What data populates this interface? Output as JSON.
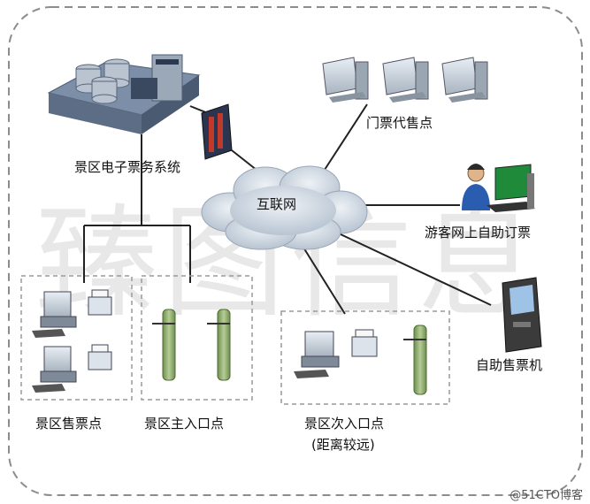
{
  "watermark": "臻图信息",
  "nodes": {
    "system": "景区电子票务系统",
    "internet": "互联网",
    "agency": "门票代售点",
    "online": "游客网上自助订票",
    "kiosk": "自助售票机",
    "ticket_office": "景区售票点",
    "main_entrance": "景区主入口点",
    "secondary_entrance": "景区次入口点",
    "secondary_note": "(距离较远)"
  },
  "credit": "@51CTO博客",
  "colors": {
    "cloud": "#c9d3df",
    "frame": "#888888",
    "gate_green": "#8aa56a",
    "monitor": "#c8d0d8"
  }
}
